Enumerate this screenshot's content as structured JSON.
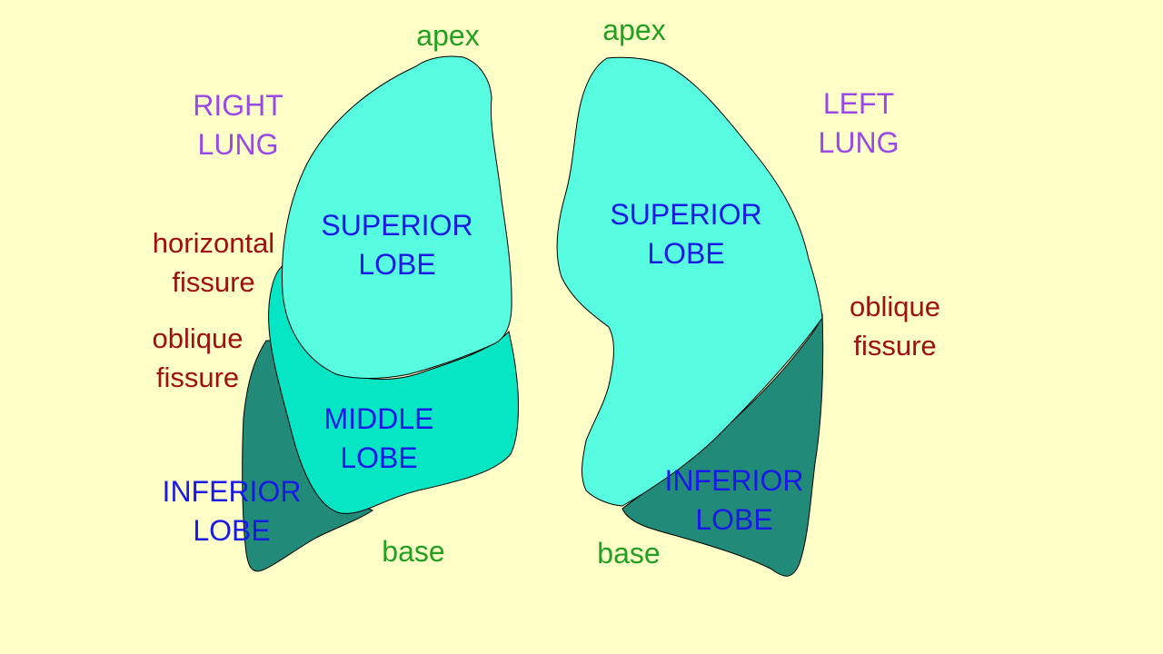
{
  "right_lung": {
    "title_line1": "RIGHT",
    "title_line2": "LUNG",
    "apex": "apex",
    "base": "base",
    "horizontal_fissure_line1": "horizontal",
    "horizontal_fissure_line2": "fissure",
    "oblique_fissure_line1": "oblique",
    "oblique_fissure_line2": "fissure",
    "superior_line1": "SUPERIOR",
    "superior_line2": "LOBE",
    "middle_line1": "MIDDLE",
    "middle_line2": "LOBE",
    "inferior_line1": "INFERIOR",
    "inferior_line2": "LOBE"
  },
  "left_lung": {
    "title_line1": "LEFT",
    "title_line2": "LUNG",
    "apex": "apex",
    "base": "base",
    "oblique_fissure_line1": "oblique",
    "oblique_fissure_line2": "fissure",
    "superior_line1": "SUPERIOR",
    "superior_line2": "LOBE",
    "inferior_line1": "INFERIOR",
    "inferior_line2": "LOBE"
  },
  "colors": {
    "background": "#ffffc8",
    "superior_lobe": "#56fbe0",
    "middle_lobe": "#06e6c4",
    "inferior_lobe": "#228a79",
    "lung_title": "#9a48e6",
    "landmark": "#22a022",
    "fissure": "#a01010",
    "lobe_label": "#1a1ae6"
  }
}
